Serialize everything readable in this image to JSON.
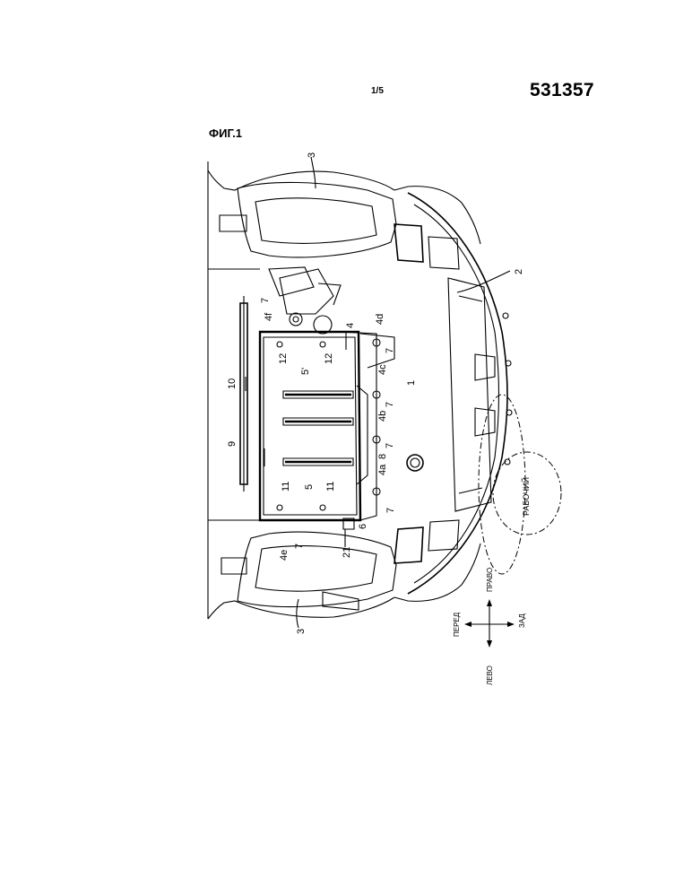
{
  "header": {
    "sheet": "1/5",
    "patent_number": "531357"
  },
  "figure": {
    "label": "ФИГ.1",
    "ref_numerals": {
      "n1": "1",
      "n2": "2",
      "n3a": "3",
      "n3b": "3",
      "n4": "4",
      "n4a": "4a",
      "n4b": "4b",
      "n4c": "4c",
      "n4d": "4d",
      "n4e": "4e",
      "n4f": "4f",
      "n5": "5",
      "n5p": "5'",
      "n6": "6",
      "n7a": "7",
      "n7b": "7",
      "n7c": "7",
      "n7d": "7",
      "n7e": "7",
      "n7f": "7",
      "n8": "8",
      "n9": "9",
      "n10": "10",
      "n11a": "11",
      "n11b": "11",
      "n12a": "12",
      "n12b": "12",
      "n21": "21"
    },
    "directions": {
      "front": "ПЕРЕД",
      "rear": "ЗАД",
      "left": "ЛЕВО",
      "right": "ПРАВО"
    },
    "working_zone_label": "РАБОЧИЙ"
  }
}
